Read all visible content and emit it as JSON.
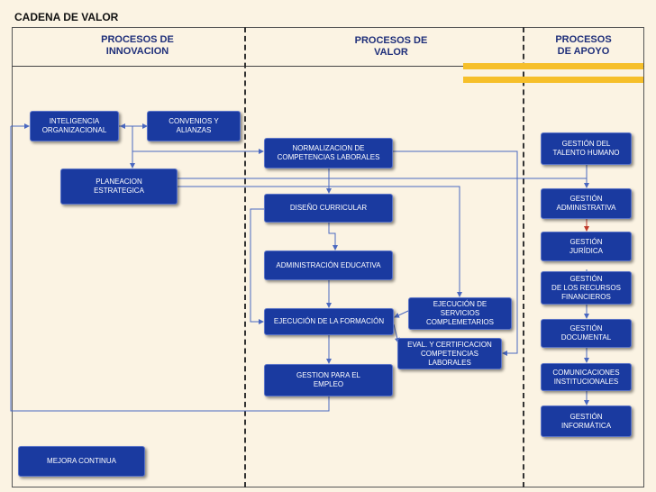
{
  "title": "CADENA DE VALOR",
  "columns": {
    "innovacion": "PROCESOS DE\nINNOVACION",
    "valor": "PROCESOS DE\nVALOR",
    "apoyo": "PROCESOS\nDE APOYO"
  },
  "nodes": {
    "inteligencia": "INTELIGENCIA\nORGANIZACIONAL",
    "convenios": "CONVENIOS Y\nALIANZAS",
    "planeacion": "PLANEACION\nESTRATEGICA",
    "normalizacion": "NORMALIZACION DE\nCOMPETENCIAS LABORALES",
    "diseno": "DISEÑO CURRICULAR",
    "administracion": "ADMINISTRACIÓN EDUCATIVA",
    "ejecucion_formacion": "EJECUCIÓN DE LA FORMACIÓN",
    "ejecucion_servicios": "EJECUCIÓN DE\nSERVICIOS\nCOMPLEMETARIOS",
    "eval_certificacion": "EVAL. Y CERTIFICACION\nCOMPETENCIAS\nLABORALES",
    "gestion_empleo": "GESTION PARA EL\nEMPLEO",
    "mejora": "MEJORA CONTINUA",
    "talento": "GESTIÓN DEL\nTALENTO HUMANO",
    "administrativa": "GESTIÓN\nADMINISTRATIVA",
    "juridica": "GESTIÓN\nJURÍDICA",
    "financieros": "GESTIÓN\nDE LOS RECURSOS\nFINANCIEROS",
    "documental": "GESTIÓN\nDOCUMENTAL",
    "comunicaciones": "COMUNICACIONES\nINSTITUCIONALES",
    "informatica": "GESTIÓN\nINFORMÁTICA"
  },
  "colors": {
    "box": "#1a3aa0",
    "accent": "#f6bf2a",
    "arrow": "#4a68c0",
    "background": "#fbf3e3"
  }
}
